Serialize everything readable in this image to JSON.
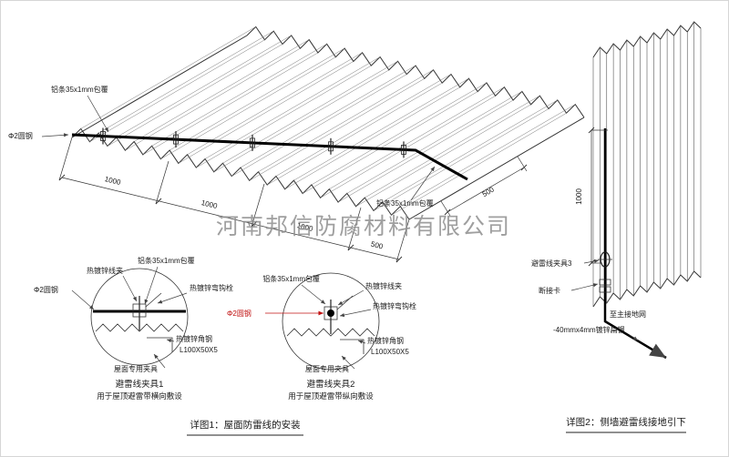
{
  "watermark": "河南邦信防腐材料有限公司",
  "colors": {
    "line": "#333333",
    "red": "#c11212",
    "watermark": "#8f8f8f"
  },
  "shared": {
    "strip_label": "铝条35x1mm包覆",
    "round_steel_label": "Φ2圆钢",
    "wire_clip_label": "热镀锌线夹",
    "hook_bolt_label": "热镀锌弯钩栓",
    "angle_steel_label": "热镀锌角钢",
    "angle_steel_spec": "L100X50X5",
    "roof_clamp_label": "屋面专用夹具"
  },
  "main": {
    "dims_bottom": [
      "1000",
      "1000",
      "1000",
      "500"
    ],
    "dim_slope": "500"
  },
  "detail1": {
    "title": "避雷线夹具1",
    "subtitle": "用于屋顶避雷带横向敷设"
  },
  "detail2": {
    "title": "避雷线夹具2",
    "subtitle": "用于屋顶避雷带纵向敷设"
  },
  "wall": {
    "dim": "1000",
    "clamp_label": "避雷线夹具3",
    "disconnect_label": "断接卡",
    "ground_label": "至主接地网",
    "flat_steel_label": "-40mmx4mm镀锌扁钢"
  },
  "captions": {
    "detail1": "详图1：屋面防雷线的安装",
    "detail2": "详图2：侧墙避雷线接地引下"
  }
}
